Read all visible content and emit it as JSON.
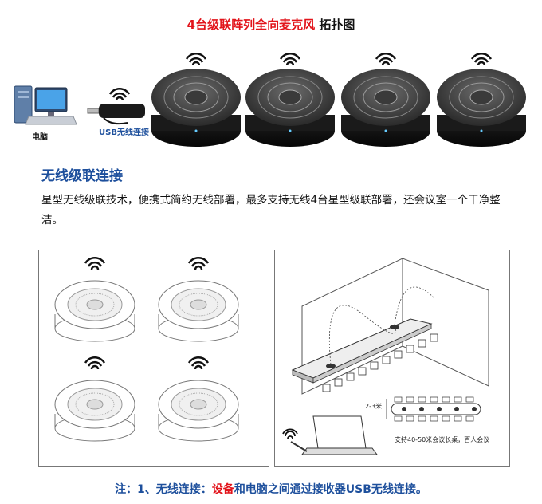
{
  "title": {
    "main": "4台级联阵列全向麦克风",
    "suffix": "拓扑图"
  },
  "topology": {
    "computer_label": "电脑",
    "usb_label": "USB无线连接",
    "speaker_count": 4
  },
  "section": {
    "heading": "无线级联连接",
    "description": "星型无线级联技术，便携式简约无线部署，最多支持无线4台星型级联部署，还会议室一个干净整洁。"
  },
  "room_diagram": {
    "distance_label": "2-3米",
    "caption": "支持40-50米会议长桌，百人会议"
  },
  "note": {
    "prefix": "注：1、无线连接：",
    "highlight": "设备",
    "rest": "和电脑之间通过接收器USB无线连接。"
  },
  "colors": {
    "title_red": "#e2141b",
    "heading_blue": "#1d4f9c"
  }
}
